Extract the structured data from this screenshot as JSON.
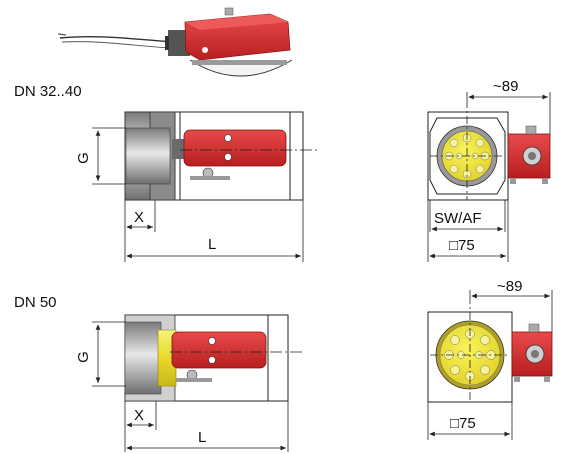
{
  "sections": [
    {
      "title": "DN 32..40"
    },
    {
      "title": "DN 50"
    }
  ],
  "labels": {
    "g": "G",
    "x": "X",
    "l": "L",
    "approx": "~89",
    "sw": "SW/AF",
    "square": "□75"
  },
  "colors": {
    "red": "#d42a2a",
    "red_dark": "#a91b1b",
    "yellow": "#f2ea3a",
    "grey": "#8c8c8c"
  }
}
